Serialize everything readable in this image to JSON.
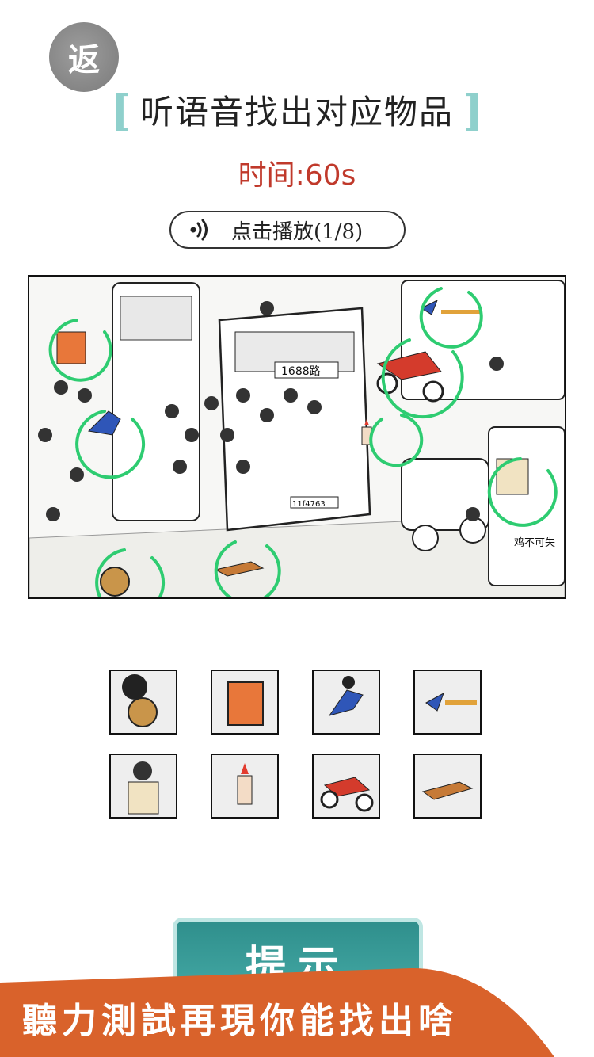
{
  "header": {
    "back_label": "返",
    "title": "听语音找出对应物品",
    "bracket_left": "[",
    "bracket_right": "]",
    "timer": "时间:60s"
  },
  "audio": {
    "play_label": "点击播放(1/8)",
    "icon": "sound-icon"
  },
  "scene": {
    "bus_route": "1688路",
    "shop_sign": "鸡不可失",
    "bus_plate": "11f4763",
    "found_marker_color": "#2ecc71",
    "targets_found": 8
  },
  "thumbnails": [
    {
      "name": "drum-thumb"
    },
    {
      "name": "orange-box-thumb"
    },
    {
      "name": "running-boy-thumb"
    },
    {
      "name": "blue-bird-thumb"
    },
    {
      "name": "woman-passenger-thumb"
    },
    {
      "name": "lighter-thumb"
    },
    {
      "name": "red-motorcycle-thumb"
    },
    {
      "name": "dog-thumb"
    }
  ],
  "hint": {
    "label": "提示"
  },
  "banner": {
    "text": "聽力測試再現你能找出啥",
    "color": "#d9622b"
  },
  "colors": {
    "title_bracket": "#8fd0cc",
    "timer": "#c0392b",
    "hint_button": "#3a9e9a"
  }
}
